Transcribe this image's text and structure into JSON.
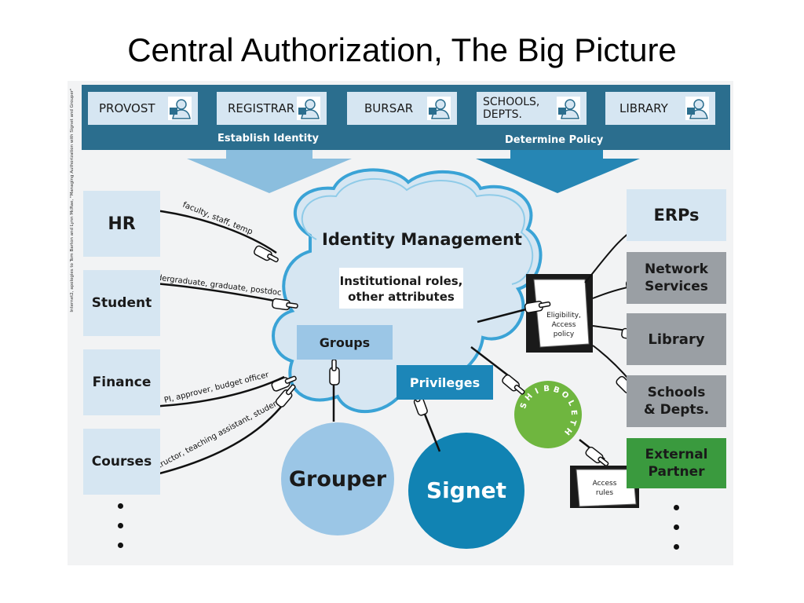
{
  "title": "Central Authorization, The Big Picture",
  "side_note": "Internet2, apologies to Tom Barton and Lynn McRae, \"Managing Authorization with Signet and Grouper\"",
  "top_roles": [
    {
      "label": "PROVOST"
    },
    {
      "label": "REGISTRAR"
    },
    {
      "label": "BURSAR"
    },
    {
      "label": "SCHOOLS, DEPTS."
    },
    {
      "label": "LIBRARY"
    }
  ],
  "band_labels": {
    "left": "Establish Identity",
    "right": "Determine Policy"
  },
  "sources": [
    {
      "label": "HR",
      "arrow_label": "faculty, staff, temp"
    },
    {
      "label": "Student",
      "arrow_label": "undergraduate, graduate, postdoc"
    },
    {
      "label": "Finance",
      "arrow_label": "PI, approver, budget officer"
    },
    {
      "label": "Courses",
      "arrow_label": "instructor, teaching assistant, student"
    }
  ],
  "center": {
    "cloud_title": "Identity Management",
    "inner_box_line1": "Institutional roles,",
    "inner_box_line2": "other attributes",
    "groups": "Groups",
    "privileges": "Privileges",
    "grouper": "Grouper",
    "signet": "Signet",
    "shibboleth_letters": [
      "S",
      "H",
      "I",
      "B",
      "B",
      "O",
      "L",
      "E",
      "T",
      "H"
    ]
  },
  "policy_doc": {
    "line1": "Eligibility,",
    "line2": "Access",
    "line3": "policy"
  },
  "access_doc": {
    "line1": "Access",
    "line2": "rules"
  },
  "destinations": [
    {
      "line1": "ERPs",
      "line2": "",
      "fill": "#d6e6f2",
      "color": "#1a1a1a"
    },
    {
      "line1": "Network",
      "line2": "Services",
      "fill": "#9a9fa4",
      "color": "#1a1a1a"
    },
    {
      "line1": "Library",
      "line2": "",
      "fill": "#9a9fa4",
      "color": "#1a1a1a"
    },
    {
      "line1": "Schools",
      "line2": "& Depts.",
      "fill": "#9a9fa4",
      "color": "#1a1a1a"
    },
    {
      "line1": "External",
      "line2": "Partner",
      "fill": "#3a9a3e",
      "color": "#1a1a1a"
    }
  ],
  "colors": {
    "band": "#2b6e8e",
    "light_box": "#d6e6f2",
    "cloud_outline": "#3aa3d6",
    "grouper_circle": "#9bc6e6",
    "signet_circle": "#1183b3",
    "privileges_box": "#1c86b8",
    "shibboleth": "#6fb63f"
  }
}
